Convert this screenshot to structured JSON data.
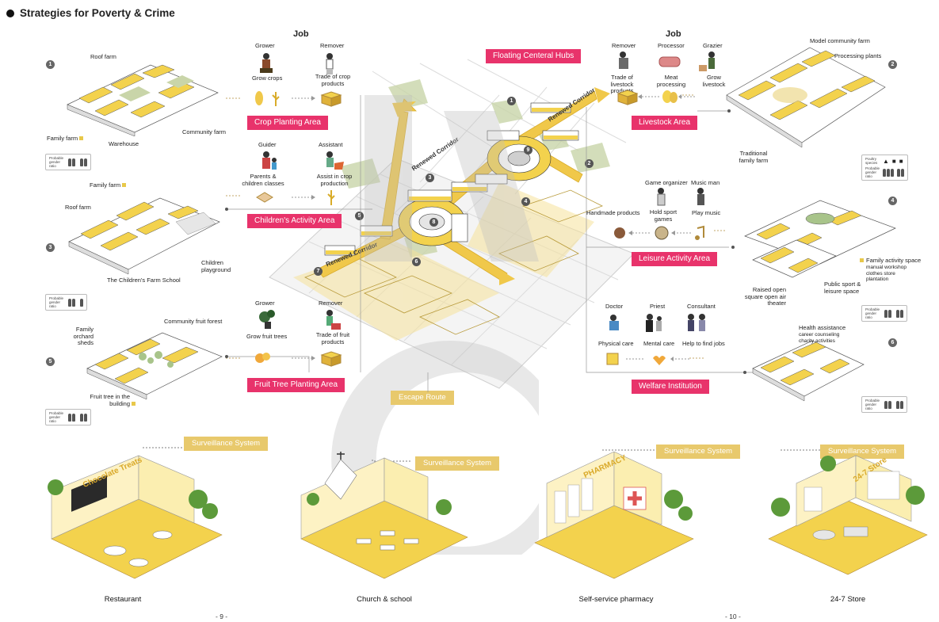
{
  "title": "Strategies for Poverty & Crime",
  "job_left": "Job",
  "job_right": "Job",
  "tags": {
    "crop": "Crop Planting Area",
    "children": "Children's Activity Area",
    "fruit": "Fruit Tree Planting Area",
    "floating": "Floating Centeral Hubs",
    "livestock": "Livestock Area",
    "leisure": "Leisure Activity Area",
    "welfare": "Welfare Institution",
    "escape": "Escape Route",
    "surveillance": "Surveillance System"
  },
  "corridor": "Renewed Corridor",
  "crop_jobs": {
    "grower": "Grower",
    "remover": "Remover",
    "grow_crops": "Grow crops",
    "trade_crop": "Trade of crop products"
  },
  "children_jobs": {
    "guider": "Guider",
    "assistant": "Assistant",
    "classes": "Parents & children classes",
    "assist": "Assist in crop production"
  },
  "fruit_jobs": {
    "grower": "Grower",
    "remover": "Remover",
    "grow_fruit": "Grow fruit trees",
    "trade_fruit": "Trade of fruit products"
  },
  "livestock_jobs": {
    "remover": "Remover",
    "processor": "Processor",
    "grazier": "Grazier",
    "trade": "Trade of livestock products",
    "meat": "Meat processing",
    "grow": "Grow livestock"
  },
  "leisure_jobs": {
    "game_organizer": "Game organizer",
    "music_man": "Music man",
    "handmade": "Handmade products",
    "hold_sport": "Hold sport games",
    "play_music": "Play music"
  },
  "welfare_jobs": {
    "doctor": "Doctor",
    "priest": "Priest",
    "consultant": "Consultant",
    "physical": "Physical care",
    "mental": "Mental care",
    "help": "Help to find jobs"
  },
  "block1": {
    "num": "1",
    "roof_farm": "Roof farm",
    "family_farm": "Family farm",
    "warehouse": "Warehouse",
    "community_farm": "Community farm"
  },
  "block3": {
    "num": "3",
    "family_farm": "Family farm",
    "roof_farm": "Roof farm",
    "school": "The Children's Farm School",
    "playground": "Children playground"
  },
  "block5": {
    "num": "5",
    "orchard": "Family orchard sheds",
    "forest": "Community fruit forest",
    "fruit_tree": "Fruit tree in the building"
  },
  "block2": {
    "num": "2",
    "model_farm": "Model community farm",
    "processing": "Processing plants",
    "traditional": "Traditional family farm"
  },
  "block4": {
    "num": "4",
    "family_activity": "Family activity space",
    "family_activity_sub": "manual workshop clothes store plantation",
    "public_sport": "Public sport & leisure space",
    "raised_square": "Raised open square open air theater"
  },
  "block6": {
    "num": "6",
    "health": "Health assistance",
    "health_sub": "career counseling charity activities"
  },
  "ratio_label": "Probable gender ratio",
  "poultry_label": "Poultry species",
  "map_nums": [
    "1",
    "2",
    "3",
    "4",
    "5",
    "6",
    "7",
    "8",
    "9"
  ],
  "vignettes": [
    {
      "caption": "Restaurant",
      "sign": "Chocolate Treats"
    },
    {
      "caption": "Church & school"
    },
    {
      "caption": "Self-service pharmacy",
      "sign": "PHARMACY"
    },
    {
      "caption": "24-7 Store",
      "sign": "24-7 Store"
    }
  ],
  "pages": {
    "left": "- 9 -",
    "right": "- 10 -"
  },
  "colors": {
    "accent_pink": "#e8336b",
    "accent_gold": "#e8c96c",
    "yellow": "#f3d24d",
    "watermark": "#d9d9d9"
  }
}
